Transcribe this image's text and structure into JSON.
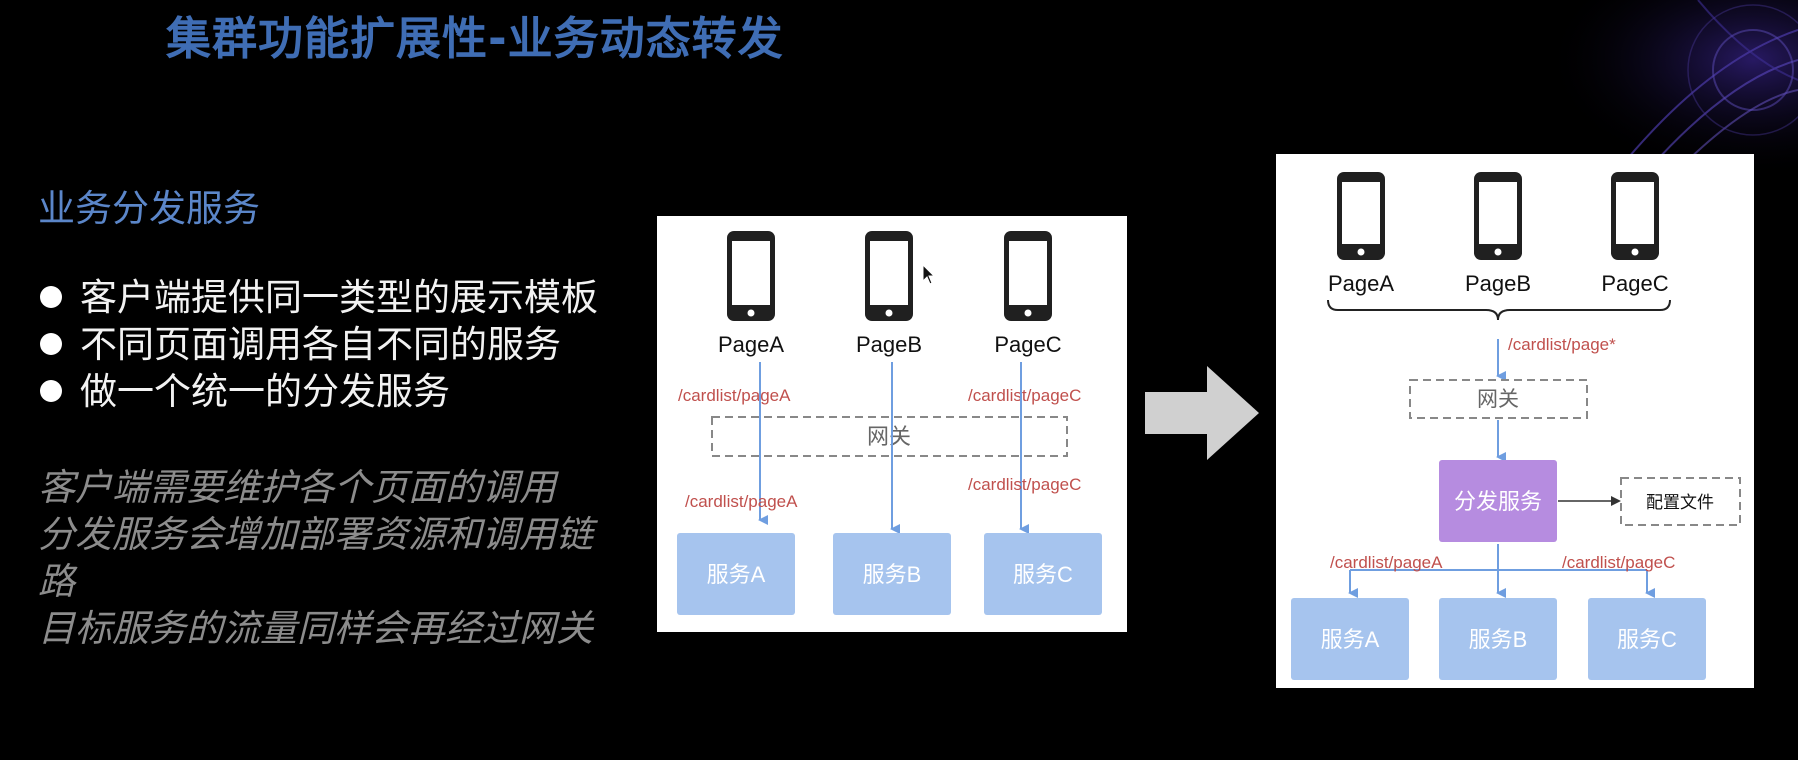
{
  "title": "集群功能扩展性-业务动态转发",
  "section_title": "业务分发服务",
  "bullets": [
    "客户端提供同一类型的展示模板",
    "不同页面调用各自不同的服务",
    "做一个统一的分发服务"
  ],
  "notes": [
    "客户端需要维护各个页面的调用",
    "分发服务会增加部署资源和调用链",
    "路",
    "目标服务的流量同样会再经过网关"
  ],
  "diagram_before": {
    "pages": [
      "PageA",
      "PageB",
      "PageC"
    ],
    "route_a_top": "/cardlist/pageA",
    "route_c_top": "/cardlist/pageC",
    "gateway": "网关",
    "route_a_bottom": "/cardlist/pageA",
    "route_c_bottom": "/cardlist/pageC",
    "services": [
      "服务A",
      "服务B",
      "服务C"
    ]
  },
  "diagram_after": {
    "pages": [
      "PageA",
      "PageB",
      "PageC"
    ],
    "route_wildcard": "/cardlist/page*",
    "gateway": "网关",
    "dispatch_service": "分发服务",
    "config_file": "配置文件",
    "route_a": "/cardlist/pageA",
    "route_c": "/cardlist/pageC",
    "services": [
      "服务A",
      "服务B",
      "服务C"
    ]
  },
  "colors": {
    "title": "#3f6db4",
    "section_title": "#5b86c9",
    "route_label": "#c0504d",
    "flow_line": "#6f9ee0",
    "service_box": "#a6c4ee",
    "dispatch_box": "#b68ce0"
  }
}
